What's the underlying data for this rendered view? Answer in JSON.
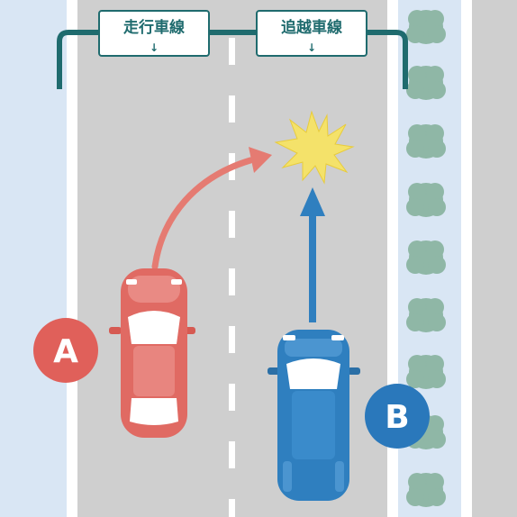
{
  "signs": {
    "cruising_lane": {
      "label": "走行車線",
      "arrow": "↓"
    },
    "passing_lane": {
      "label": "追越車線",
      "arrow": "↓"
    }
  },
  "vehicles": {
    "car_a": {
      "badge": "A",
      "color": "#e06a63",
      "badge_color": "#e0605a"
    },
    "car_b": {
      "badge": "B",
      "color": "#2f7fbf",
      "badge_color": "#2a78bb"
    }
  },
  "colors": {
    "road": "#cfcfcf",
    "shoulder": "#d9e6f4",
    "sign_frame": "#1f6b6e",
    "collision": "#f4e26a",
    "shrub": "#8fb7a6"
  },
  "icons": {
    "collision": "collision-burst-icon",
    "shrub": "shrub-icon"
  }
}
